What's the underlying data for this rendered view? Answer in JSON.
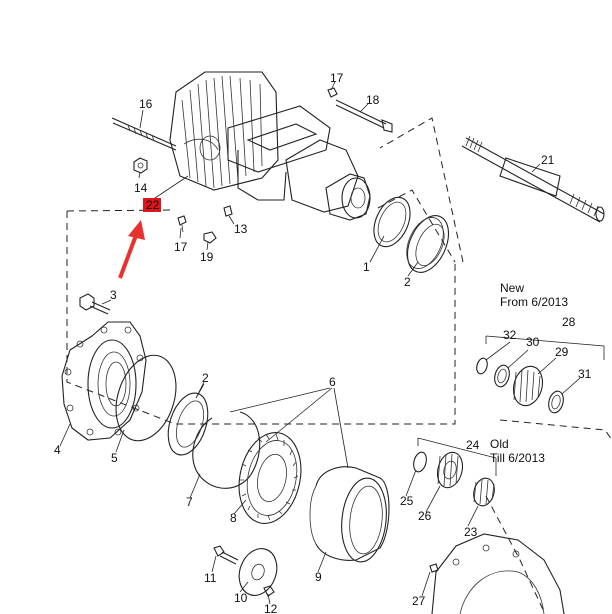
{
  "callouts": {
    "c1": "1",
    "c2a": "2",
    "c2b": "2",
    "c3": "3",
    "c4": "4",
    "c5": "5",
    "c6": "6",
    "c7": "7",
    "c8": "8",
    "c9": "9",
    "c10": "10",
    "c11": "11",
    "c12": "12",
    "c13": "13",
    "c14": "14",
    "c16": "16",
    "c17a": "17",
    "c17b": "17",
    "c18": "18",
    "c19": "19",
    "c21": "21",
    "c22": "22",
    "c23": "23",
    "c24": "24",
    "c25": "25",
    "c26": "26",
    "c27": "27",
    "c28": "28",
    "c29": "29",
    "c30": "30",
    "c31": "31",
    "c32": "32"
  },
  "notes": {
    "new_line1": "New",
    "new_line2": "From 6/2013",
    "old_line1": "Old",
    "old_line2": "Till 6/2013"
  },
  "highlight": {
    "color": "#e0151b",
    "arrow_color": "#e8322f"
  }
}
